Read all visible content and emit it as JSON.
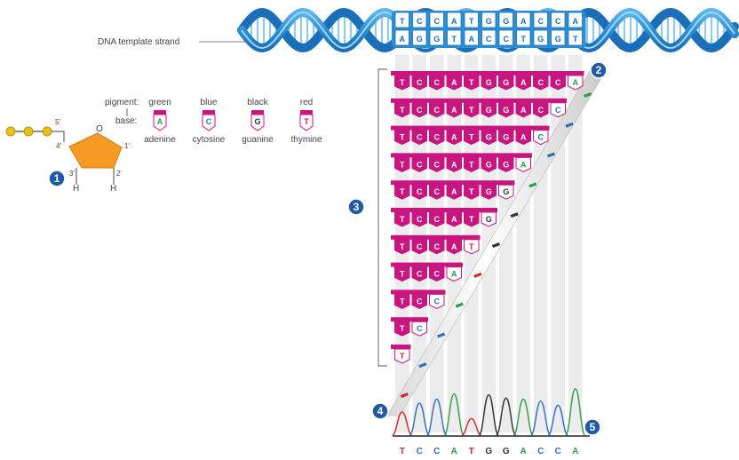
{
  "labels": {
    "dna_template": "DNA template strand",
    "pigment_title": "pigment:",
    "base_title": "base:",
    "prime_5": "5'",
    "prime_4": "4'",
    "prime_3": "3'",
    "prime_2": "2'",
    "prime_1": "1'",
    "ring_o": "O",
    "h_left": "H",
    "h_right": "H"
  },
  "legend": [
    {
      "pigment": "green",
      "letter": "A",
      "base": "adenine",
      "color": "#2e9d4a"
    },
    {
      "pigment": "blue",
      "letter": "C",
      "base": "cytosine",
      "color": "#2b6fc2"
    },
    {
      "pigment": "black",
      "letter": "G",
      "base": "guanine",
      "color": "#333333"
    },
    {
      "pigment": "red",
      "letter": "T",
      "base": "thymine",
      "color": "#d9262d"
    }
  ],
  "template_top": [
    "T",
    "C",
    "C",
    "A",
    "T",
    "G",
    "G",
    "A",
    "C",
    "C",
    "A"
  ],
  "template_bottom": [
    "A",
    "G",
    "G",
    "T",
    "A",
    "C",
    "C",
    "T",
    "G",
    "G",
    "T"
  ],
  "fragments": [
    "TCCATGGACCA",
    "TCCATGGACC",
    "TCCATGGAC",
    "TCCATGGA",
    "TCCATGG",
    "TCCATG",
    "TCCAT",
    "TCCA",
    "TCC",
    "TC",
    "T"
  ],
  "sequence_read": [
    "T",
    "C",
    "C",
    "A",
    "T",
    "G",
    "G",
    "A",
    "C",
    "C",
    "A"
  ],
  "callouts": [
    "1",
    "2",
    "3",
    "4",
    "5"
  ],
  "colors": {
    "magenta": "#c8157f",
    "helix_blue": "#2b8fd6",
    "helix_dark": "#1b6fb8",
    "callout_fill": "#1e5aa8",
    "sugar": "#f59a22",
    "phosphate": "#e8c21a"
  }
}
